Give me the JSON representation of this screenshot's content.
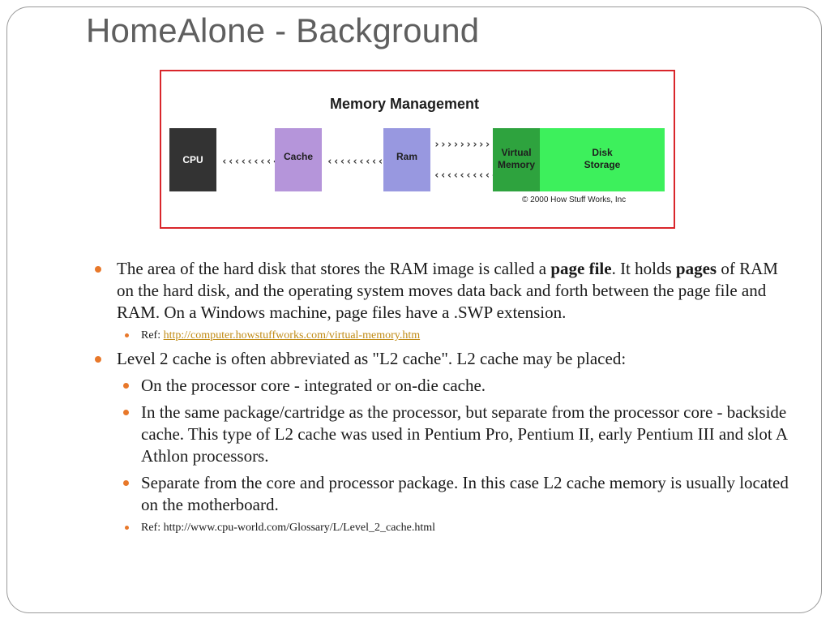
{
  "slide": {
    "title": "HomeAlone - Background"
  },
  "figure": {
    "title": "Memory Management",
    "boxes": {
      "cpu": "CPU",
      "cache": "Cache",
      "ram": "Ram",
      "virtual_line1": "Virtual",
      "virtual_line2": "Memory",
      "disk_line1": "Disk",
      "disk_line2": "Storage"
    },
    "arrows": {
      "cpu_cache": "‹‹‹‹‹‹‹‹‹",
      "cache_ram": "‹‹‹‹‹‹‹‹‹‹‹",
      "ram_virtual_top": "››››››››››",
      "ram_virtual_bottom": "‹‹‹‹‹‹‹‹‹‹"
    },
    "credit": "© 2000 How Stuff Works, Inc",
    "colors": {
      "border": "#d9262b",
      "cpu": "#333333",
      "cache": "#b595da",
      "ram": "#9898e0",
      "virtual": "#2ea33e",
      "disk": "#3df05c"
    }
  },
  "bullets": {
    "b1": {
      "part1": "The area of the hard disk that stores the RAM image is called a ",
      "bold1": "page file",
      "part2": ". It holds ",
      "bold2": "pages",
      "part3": " of RAM on the hard disk, and the operating system moves data back and forth between the page file and RAM. On a Windows machine, page files have a .SWP extension."
    },
    "ref1": {
      "label": "Ref: ",
      "link": "http://computer.howstuffworks.com/virtual-memory.htm"
    },
    "b2": "Level 2 cache is often abbreviated as \"L2 cache\". L2 cache may be placed:",
    "sub1": "On the processor core - integrated or on-die cache.",
    "sub2": "In the same package/cartridge as the processor, but separate from the processor core - backside cache. This type of L2 cache was used in Pentium Pro, Pentium II, early Pentium III and slot A Athlon processors.",
    "sub3": "Separate from the core and processor package. In this case L2 cache memory is usually located on the motherboard.",
    "ref2": "Ref: http://www.cpu-world.com/Glossary/L/Level_2_cache.html"
  },
  "theme": {
    "bullet_color": "#e8782a",
    "title_color": "#5f5f5f",
    "link_color": "#c08a13"
  }
}
